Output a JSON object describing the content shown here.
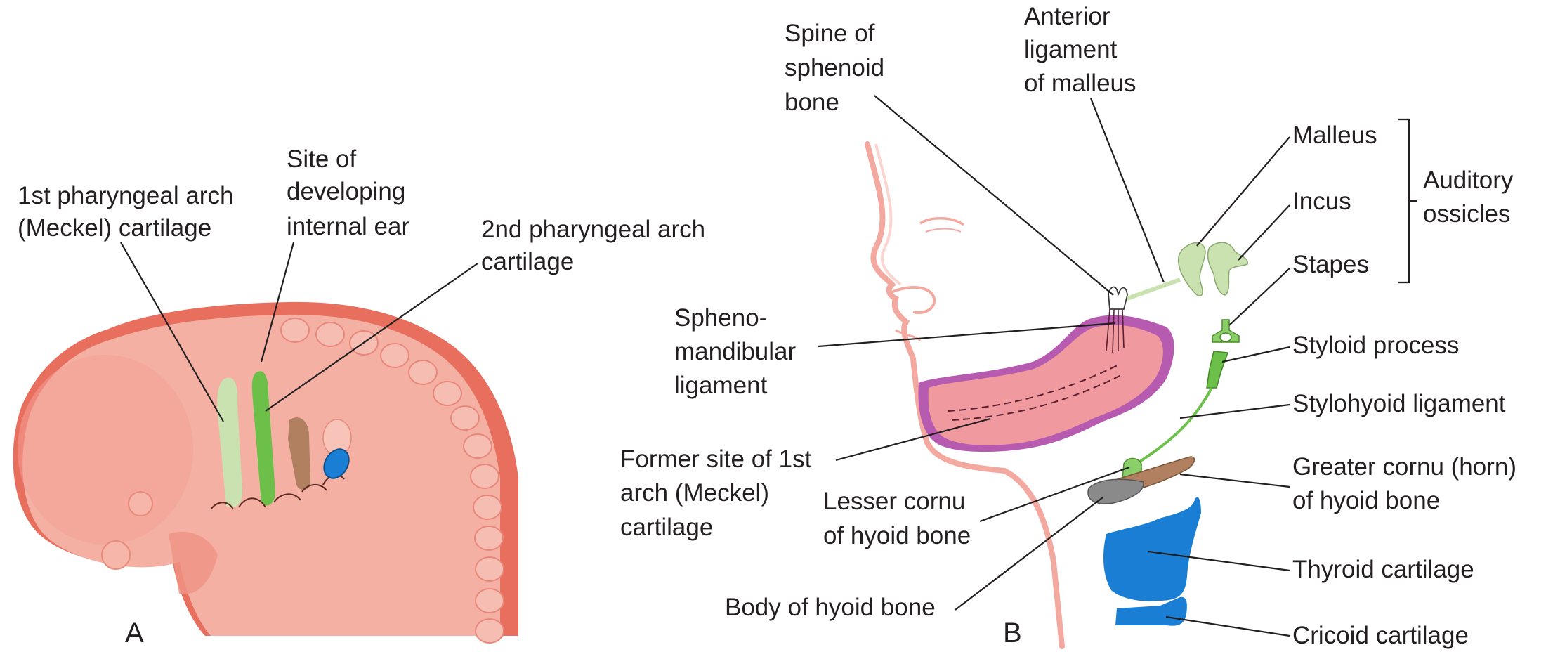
{
  "colors": {
    "skin": "#f4a89c",
    "skin_dark": "#e86e5e",
    "meckel": "#c9e2b0",
    "green": "#6cc04a",
    "brown": "#b08060",
    "blue": "#1a7fd4",
    "magenta": "#b65bb0",
    "pink": "#f09aa0",
    "gray": "#8a8a8a",
    "text": "#231f20"
  },
  "panel_a": {
    "label": "A",
    "labels": {
      "meckel_1": "1st pharyngeal arch",
      "meckel_2": "(Meckel) cartilage",
      "ear_1": "Site of",
      "ear_2": "developing",
      "ear_3": "internal ear",
      "arch2_1": "2nd pharyngeal arch",
      "arch2_2": "cartilage"
    }
  },
  "panel_b": {
    "label": "B",
    "labels": {
      "spine_1": "Spine of",
      "spine_2": "sphenoid",
      "spine_3": "bone",
      "antlig_1": "Anterior",
      "antlig_2": "ligament",
      "antlig_3": "of malleus",
      "malleus": "Malleus",
      "incus": "Incus",
      "stapes": "Stapes",
      "ossicles_1": "Auditory",
      "ossicles_2": "ossicles",
      "spheno_1": "Spheno-",
      "spheno_2": "mandibular",
      "spheno_3": "ligament",
      "styloid": "Styloid process",
      "stylohyoid": "Stylohyoid ligament",
      "former_1": "Former site of 1st",
      "former_2": "arch (Meckel)",
      "former_3": "cartilage",
      "greater_1": "Greater cornu (horn)",
      "greater_2": "of hyoid bone",
      "lesser_1": "Lesser cornu",
      "lesser_2": "of hyoid bone",
      "thyroid": "Thyroid cartilage",
      "body": "Body of hyoid bone",
      "cricoid": "Cricoid cartilage"
    }
  }
}
